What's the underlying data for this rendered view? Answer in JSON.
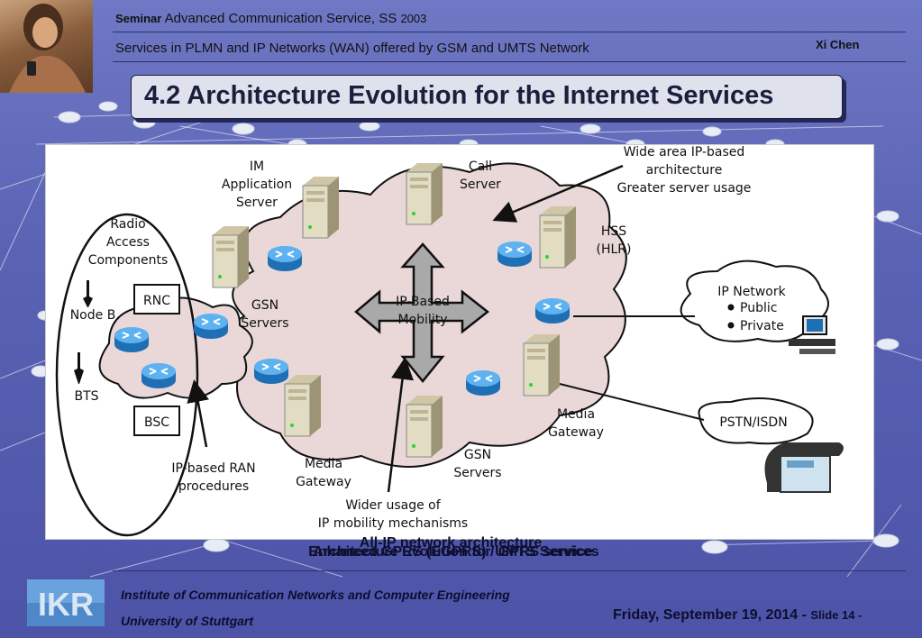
{
  "header": {
    "seminar_bold": "Seminar",
    "seminar_text": "Advanced Communication Service, SS",
    "seminar_year": "2003",
    "subtitle": "Services in PLMN and IP Networks (WAN) offered by GSM and UMTS Network",
    "author": "Xi Chen"
  },
  "slide": {
    "title": "4.2 Architecture Evolution for the Internet Services"
  },
  "diagram": {
    "labels": {
      "im_server": [
        "IM",
        "Application",
        "Server"
      ],
      "call_server": [
        "Call",
        "Server"
      ],
      "wide_area": [
        "Wide area IP-based",
        "architecture",
        "Greater server usage"
      ],
      "radio": [
        "Radio",
        "Access",
        "Components"
      ],
      "hss": [
        "HSS",
        "(HLR)"
      ],
      "rnc": "RNC",
      "nodeb": "Node B",
      "bts": "BTS",
      "bsc": "BSC",
      "gsn_top": [
        "GSN",
        "Servers"
      ],
      "mobility": [
        "IP-Based",
        "Mobility"
      ],
      "ip_network": "IP Network",
      "public": "Public",
      "private": "Private",
      "pstn": "PSTN/ISDN",
      "media_right": [
        "Media",
        "Gateway"
      ],
      "media_left": [
        "Media",
        "Gateway"
      ],
      "gsn_bottom": [
        "GSN",
        "Servers"
      ],
      "ran_proc": [
        "IP-based RAN",
        "procedures"
      ],
      "wider": [
        "Wider usage of",
        "IP mobility mechanisms"
      ]
    }
  },
  "captions": {
    "overlap_1": "Enhanced GPRS (EGPRS) / GPRS service",
    "overlap_2": "All-IP network architecture",
    "overlap_3": "Architecture Evolution for UMTS Services"
  },
  "footer": {
    "logo_text": "IKR",
    "institute": "Institute of Communication Networks and Computer Engineering",
    "university": "University of Stuttgart",
    "date": "Friday, September 19, 2014 -",
    "slide": "Slide 14 -"
  }
}
